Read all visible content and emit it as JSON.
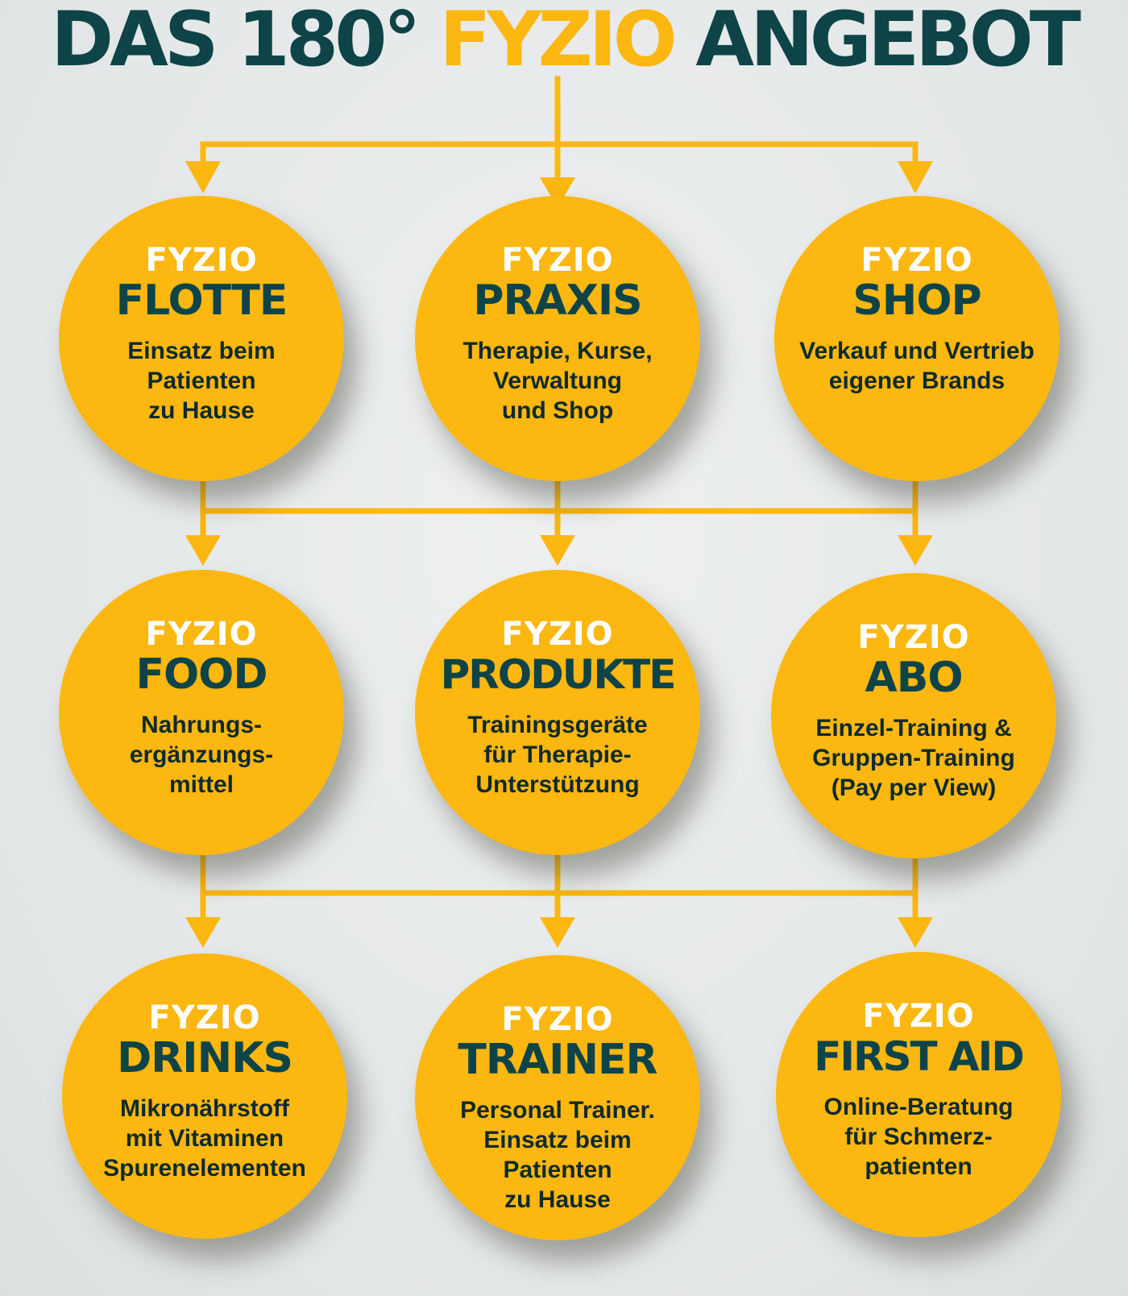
{
  "title": {
    "part1": "DAS 180° ",
    "accent": "FYZIO",
    "part2": " ANGEBOT"
  },
  "colors": {
    "accent": "#fcb711",
    "dark": "#0e4448",
    "text": "#0f2a2c",
    "brand_text": "#ffffff",
    "background": "#e8ebec"
  },
  "nodes": [
    {
      "brand": "FYZIO",
      "name": "FLOTTE",
      "desc": "Einsatz beim\nPatienten\nzu Hause"
    },
    {
      "brand": "FYZIO",
      "name": "PRAXIS",
      "desc": "Therapie, Kurse,\nVerwaltung\nund Shop"
    },
    {
      "brand": "FYZIO",
      "name": "SHOP",
      "desc": "Verkauf und Vertrieb\neigener Brands"
    },
    {
      "brand": "FYZIO",
      "name": "FOOD",
      "desc": "Nahrungs-\nergänzungs-\nmittel"
    },
    {
      "brand": "FYZIO",
      "name": "PRODUKTE",
      "desc": "Trainingsgeräte\nfür Therapie-\nUnterstützung"
    },
    {
      "brand": "FYZIO",
      "name": "ABO",
      "desc": "Einzel-Training &\nGruppen-Training\n(Pay per View)"
    },
    {
      "brand": "FYZIO",
      "name": "DRINKS",
      "desc": "Mikronährstoff\nmit Vitaminen\nSpurenelementen"
    },
    {
      "brand": "FYZIO",
      "name": "TRAINER",
      "desc": "Personal Trainer.\nEinsatz beim\nPatienten\nzu Hause"
    },
    {
      "brand": "FYZIO",
      "name": "FIRST AID",
      "desc": "Online-Beratung\nfür Schmerz-\npatienten"
    }
  ]
}
